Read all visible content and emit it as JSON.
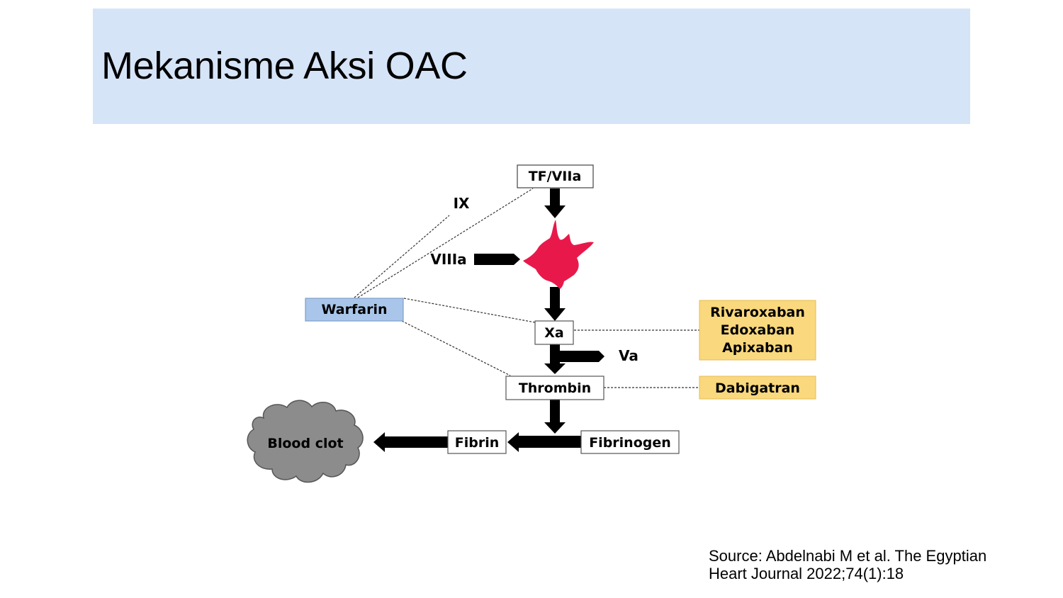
{
  "slide": {
    "title": "Mekanisme Aksi OAC",
    "source_line1": "Source: Abdelnabi M et al. The Egyptian",
    "source_line2": "Heart Journal 2022;74(1):18"
  },
  "colors": {
    "title_bar": "#d6e4f8",
    "warfarin_box": "#a9c6ea",
    "doac_box": "#fad87d",
    "platelet": "#e8194a",
    "clot": "#8c8c8c"
  },
  "diagram": {
    "nodes": {
      "tf_viia": "TF/VIIa",
      "ix": "IX",
      "viiia": "VIIIa",
      "xa": "Xa",
      "va": "Va",
      "thrombin": "Thrombin",
      "fibrinogen": "Fibrinogen",
      "fibrin": "Fibrin",
      "blood_clot": "Blood clot"
    },
    "drugs": {
      "warfarin": "Warfarin",
      "xa_inhibitors": [
        "Rivaroxaban",
        "Edoxaban",
        "Apixaban"
      ],
      "thrombin_inhibitor": "Dabigatran"
    },
    "edges": [
      {
        "from": "TF/VIIa",
        "to": "platelet",
        "type": "arrow"
      },
      {
        "from": "VIIIa",
        "to": "platelet",
        "type": "arrow"
      },
      {
        "from": "platelet",
        "to": "Xa",
        "type": "arrow"
      },
      {
        "from": "Xa",
        "to": "Thrombin",
        "type": "arrow"
      },
      {
        "from": "Xa",
        "to": "Va",
        "type": "arrow"
      },
      {
        "from": "Thrombin",
        "to": "Fibrinogen→Fibrin",
        "type": "arrow"
      },
      {
        "from": "Fibrinogen",
        "to": "Fibrin",
        "type": "arrow"
      },
      {
        "from": "Fibrin",
        "to": "Blood clot",
        "type": "arrow"
      },
      {
        "from": "Warfarin",
        "to": "IX",
        "type": "inhibits"
      },
      {
        "from": "Warfarin",
        "to": "TF/VIIa",
        "type": "inhibits"
      },
      {
        "from": "Warfarin",
        "to": "Xa",
        "type": "inhibits"
      },
      {
        "from": "Warfarin",
        "to": "Thrombin",
        "type": "inhibits"
      },
      {
        "from": "Rivaroxaban/Edoxaban/Apixaban",
        "to": "Xa",
        "type": "inhibits"
      },
      {
        "from": "Dabigatran",
        "to": "Thrombin",
        "type": "inhibits"
      }
    ]
  }
}
